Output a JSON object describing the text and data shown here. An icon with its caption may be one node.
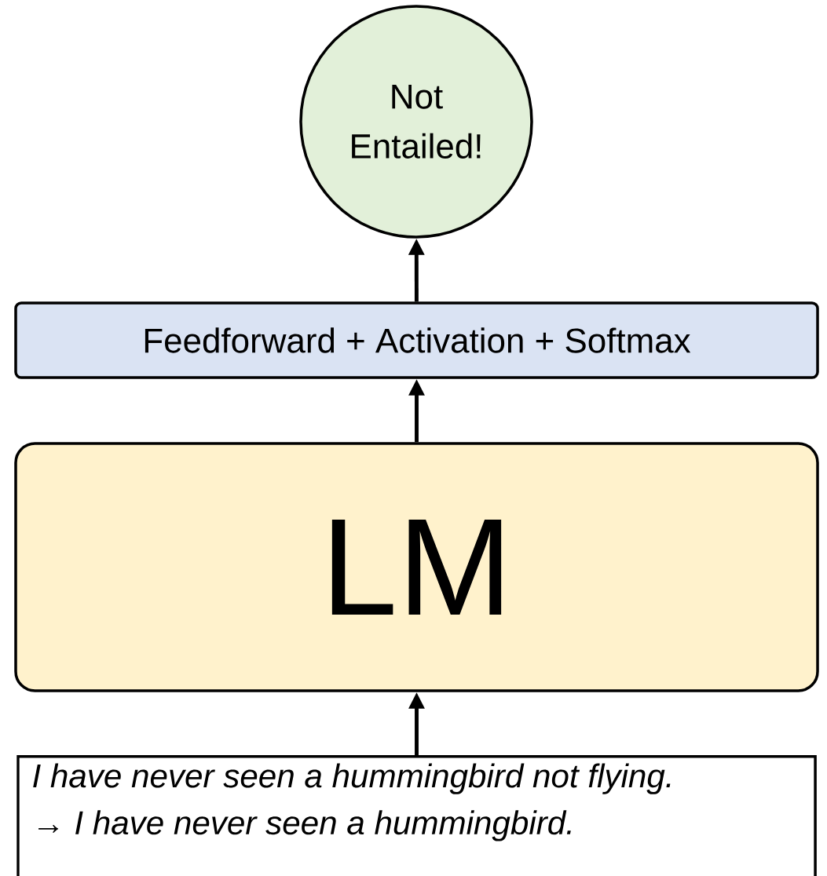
{
  "diagram": {
    "nodes": [
      {
        "text": [
          "Not Entailed!"
        ]
      },
      {
        "text": [
          "Feedforward + Activation + Softmax"
        ]
      },
      {
        "text": [
          "LM"
        ]
      },
      {
        "text": [
          "*I have never seen a hummingbird not flying.*",
          "→ *I have never seen a hummingbird.*"
        ]
      }
    ],
    "edges": [
      {
        "from": 3,
        "to": 2,
        "arrow": "to"
      },
      {
        "from": 2,
        "to": 1,
        "arrow": "to"
      },
      {
        "from": 1,
        "to": 0,
        "arrow": "to"
      }
    ]
  }
}
